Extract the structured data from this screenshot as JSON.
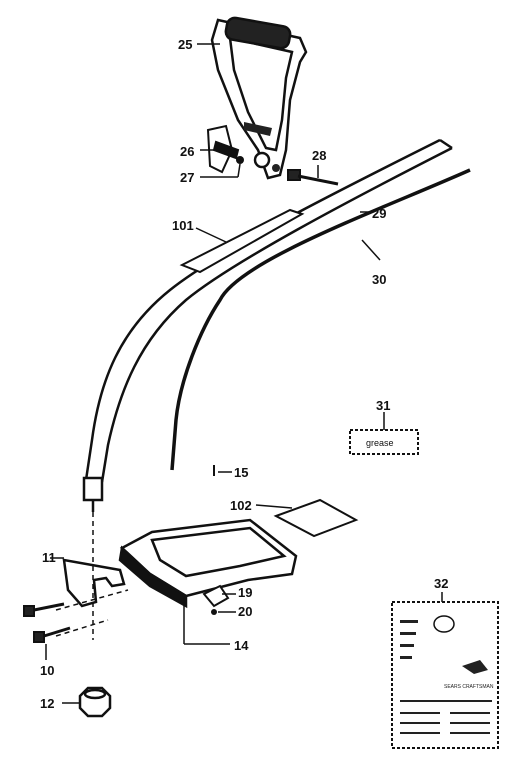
{
  "parts": {
    "p25": "25",
    "p26": "26",
    "p27": "27",
    "p28": "28",
    "p101": "101",
    "p29": "29",
    "p30": "30",
    "p31": "31",
    "p15": "15",
    "p102": "102",
    "p11": "11",
    "p19": "19",
    "p20": "20",
    "p14": "14",
    "p10": "10",
    "p12": "12",
    "p32": "32"
  },
  "grease_text": "grease",
  "manual_brand": "SEARS CRAFTSMAN"
}
